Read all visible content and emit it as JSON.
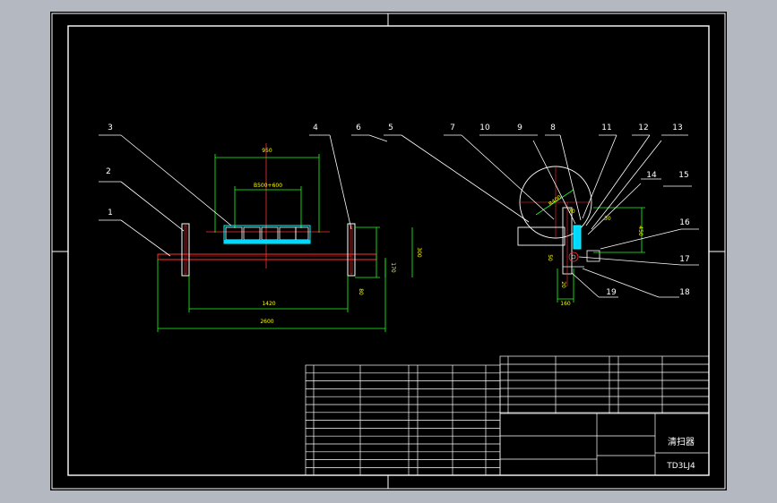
{
  "drawing": {
    "part_callouts": [
      "1",
      "2",
      "3",
      "4",
      "5",
      "6",
      "7",
      "8",
      "9",
      "10",
      "11",
      "12",
      "13",
      "14",
      "15",
      "16",
      "17",
      "18",
      "19"
    ],
    "front_view_dims": {
      "top": "950",
      "inner": "B500+600",
      "height": "300",
      "height_small": "170",
      "side_small": "80",
      "span": "1420",
      "total": "2600"
    },
    "side_view_dims": {
      "radius": "R400",
      "d1": "70",
      "d2": "30",
      "d3": "450",
      "d4": "50",
      "d5": "20",
      "bottom": "160"
    },
    "title_block": {
      "name": "清扫器",
      "code": "TD3LJ4"
    }
  }
}
